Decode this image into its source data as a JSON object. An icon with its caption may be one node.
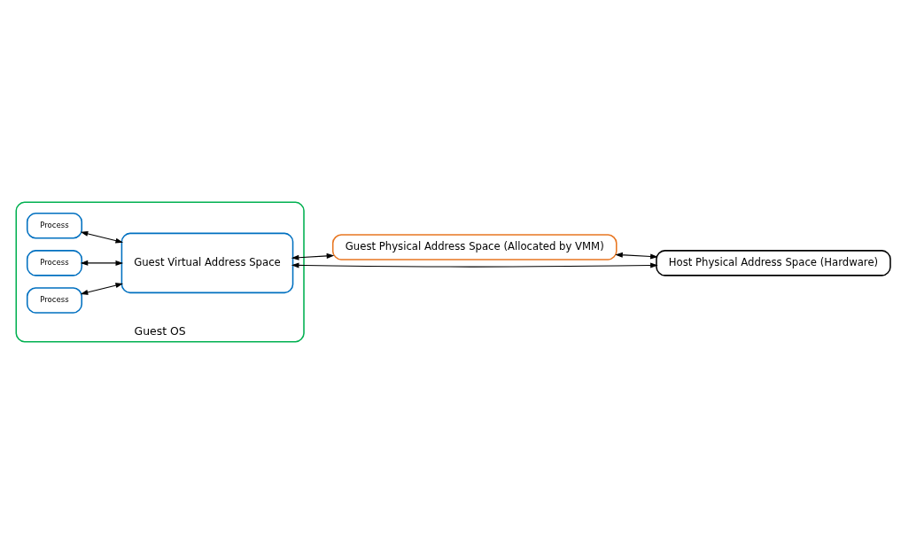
{
  "diagram": {
    "nodes": [
      {
        "text": [
          "Guest OS"
        ]
      },
      {
        "text": [
          "Process"
        ],
        "in": 0
      },
      {
        "text": [
          "Process"
        ],
        "in": 0
      },
      {
        "text": [
          "Process"
        ],
        "in": 0
      },
      {
        "text": [
          "Guest Virtual Address Space"
        ],
        "in": 0
      },
      {
        "text": [
          "Guest Physical Address Space (Allocated by VMM)"
        ]
      },
      {
        "text": [
          "Host Physical Address Space (Hardware)"
        ]
      }
    ],
    "edges": [
      {
        "from": 1,
        "to": 4,
        "arrow": "both"
      },
      {
        "from": 2,
        "to": 4,
        "arrow": "both"
      },
      {
        "from": 3,
        "to": 4,
        "arrow": "both"
      },
      {
        "from": 4,
        "to": 5,
        "arrow": "both"
      },
      {
        "from": 4,
        "to": 6,
        "arrow": "both"
      },
      {
        "from": 5,
        "to": 6,
        "arrow": "both"
      }
    ]
  }
}
